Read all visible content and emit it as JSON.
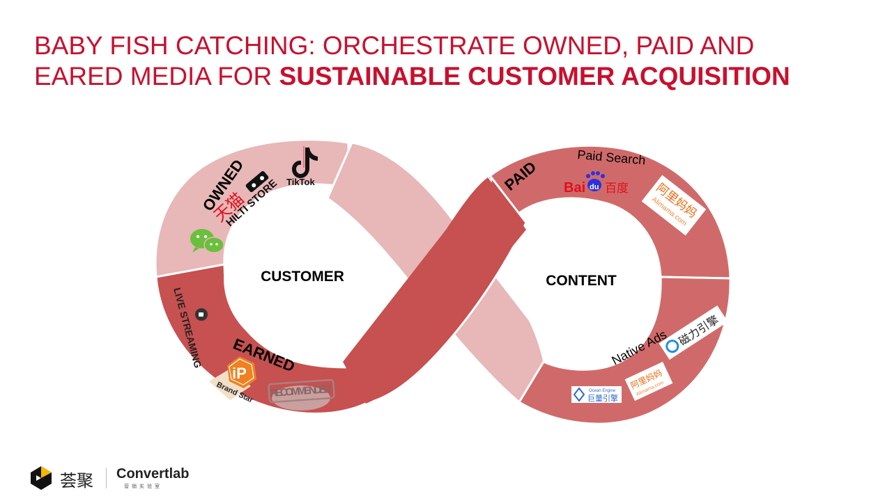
{
  "title": {
    "line1": "BABY FISH CATCHING: ORCHESTRATE OWNED, PAID AND",
    "line2_normal": "EARED MEDIA FOR ",
    "line2_bold": "SUSTAINABLE  CUSTOMER ACQUISITION"
  },
  "loop": {
    "left_center": "CUSTOMER",
    "right_center": "CONTENT",
    "owned_label": "OWNED",
    "earned_label": "EARNED",
    "paid_label": "PAID",
    "paid_search_label": "Paid Search",
    "native_ads_label": "Native Ads"
  },
  "logos": {
    "tiktok": "TikTok",
    "tmall": "天猫",
    "hilti": "HILTI STORE",
    "live_streaming": "LIVE STREAMING",
    "brand_star": "Brand Star",
    "ip": "iP",
    "recommended": "RECOMMENDED",
    "baidu_a": "Bai",
    "baidu_b": "du",
    "baidu_c": "百度",
    "alimama_cn": "阿里妈妈",
    "alimama_en": "Alimama.com",
    "cili": "磁力引擎",
    "ocean_cn": "巨量引擎",
    "ocean_en": "Ocean Engine",
    "alimama2_cn": "阿里妈妈",
    "alimama2_en": "Alimama.com"
  },
  "footer": {
    "cn_brand": "荟聚",
    "convertlab": "Convertlab",
    "convertlab_sub": "营销实验室"
  },
  "colors": {
    "title_red": "#c8102e",
    "dark_red": "#c75050",
    "mid_red": "#d06a6a",
    "light_pink": "#e8b7b7"
  }
}
